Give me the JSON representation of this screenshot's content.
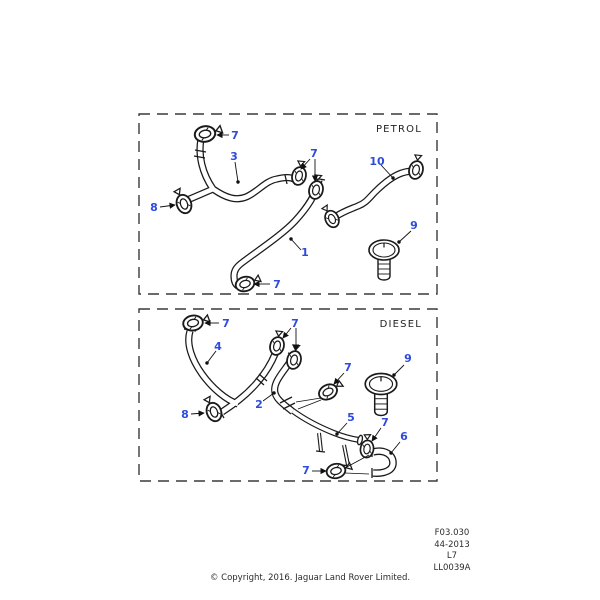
{
  "page": {
    "copyright": "© Copyright, 2016. Jaguar Land Rover Limited.",
    "code_block": [
      "F03.030",
      "44-2013",
      "L7",
      "LL0039A"
    ]
  },
  "colors": {
    "callout_blue": "#2e4bdc",
    "line_black": "#1a1a1a",
    "border_gray": "#3a3a3a",
    "background": "#ffffff"
  },
  "icons": {
    "hose-clamp-icon": "svg-ellipse-clip-with-screw-tab",
    "plug-icon": "svg-round-plug-with-stem",
    "arrow-marker": "small-filled-triangle",
    "dot-marker": "small-filled-dot"
  },
  "panels": {
    "petrol": {
      "label": "PETROL",
      "callouts": [
        "7",
        "3",
        "8",
        "7",
        "1",
        "7",
        "10",
        "9"
      ]
    },
    "diesel": {
      "label": "DIESEL",
      "callouts": [
        "7",
        "4",
        "7",
        "2",
        "8",
        "7",
        "9",
        "5",
        "7",
        "6",
        "7"
      ]
    }
  }
}
